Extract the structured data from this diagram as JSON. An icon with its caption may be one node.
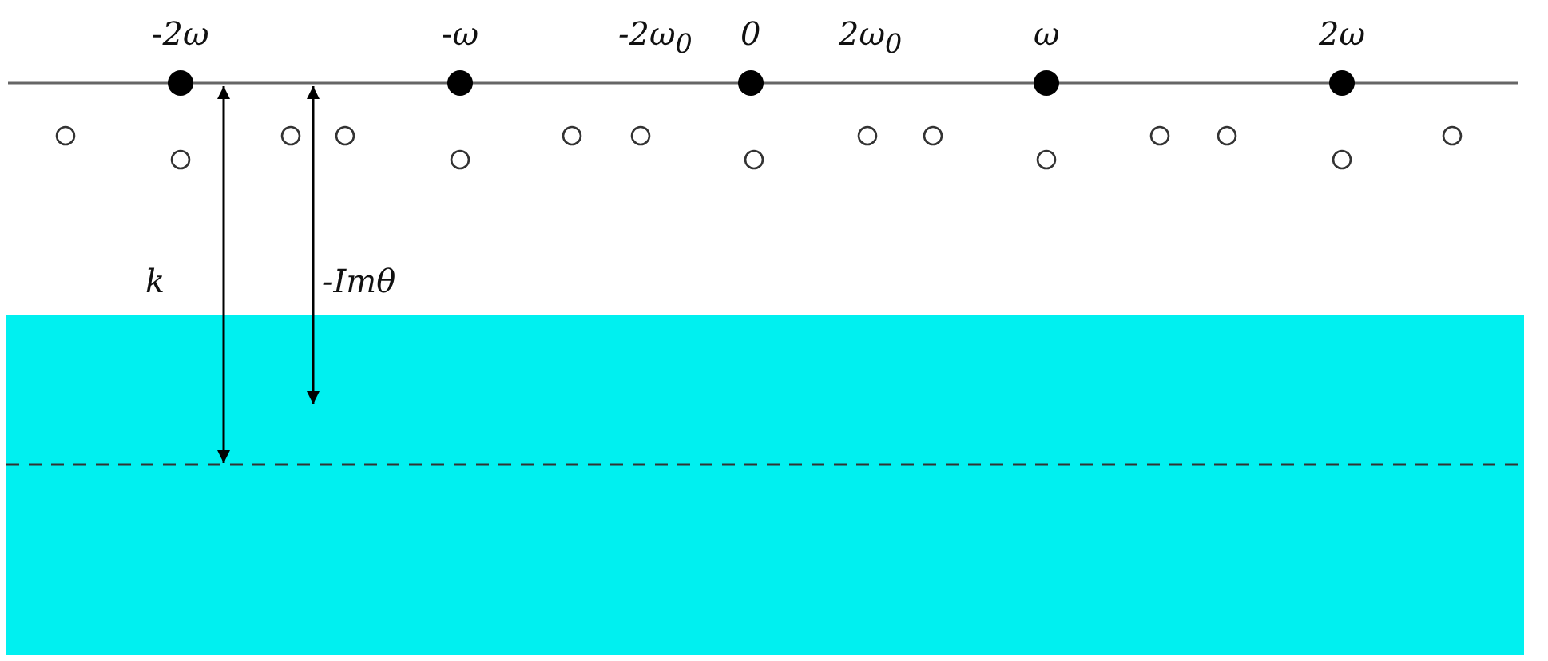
{
  "diagram": {
    "labels": [
      "-2ω",
      "-ω",
      "-2ω$_{0}$",
      "0",
      "2ω$_{0}$",
      "ω",
      "2ω",
      "k",
      "-Imθ"
    ]
  }
}
